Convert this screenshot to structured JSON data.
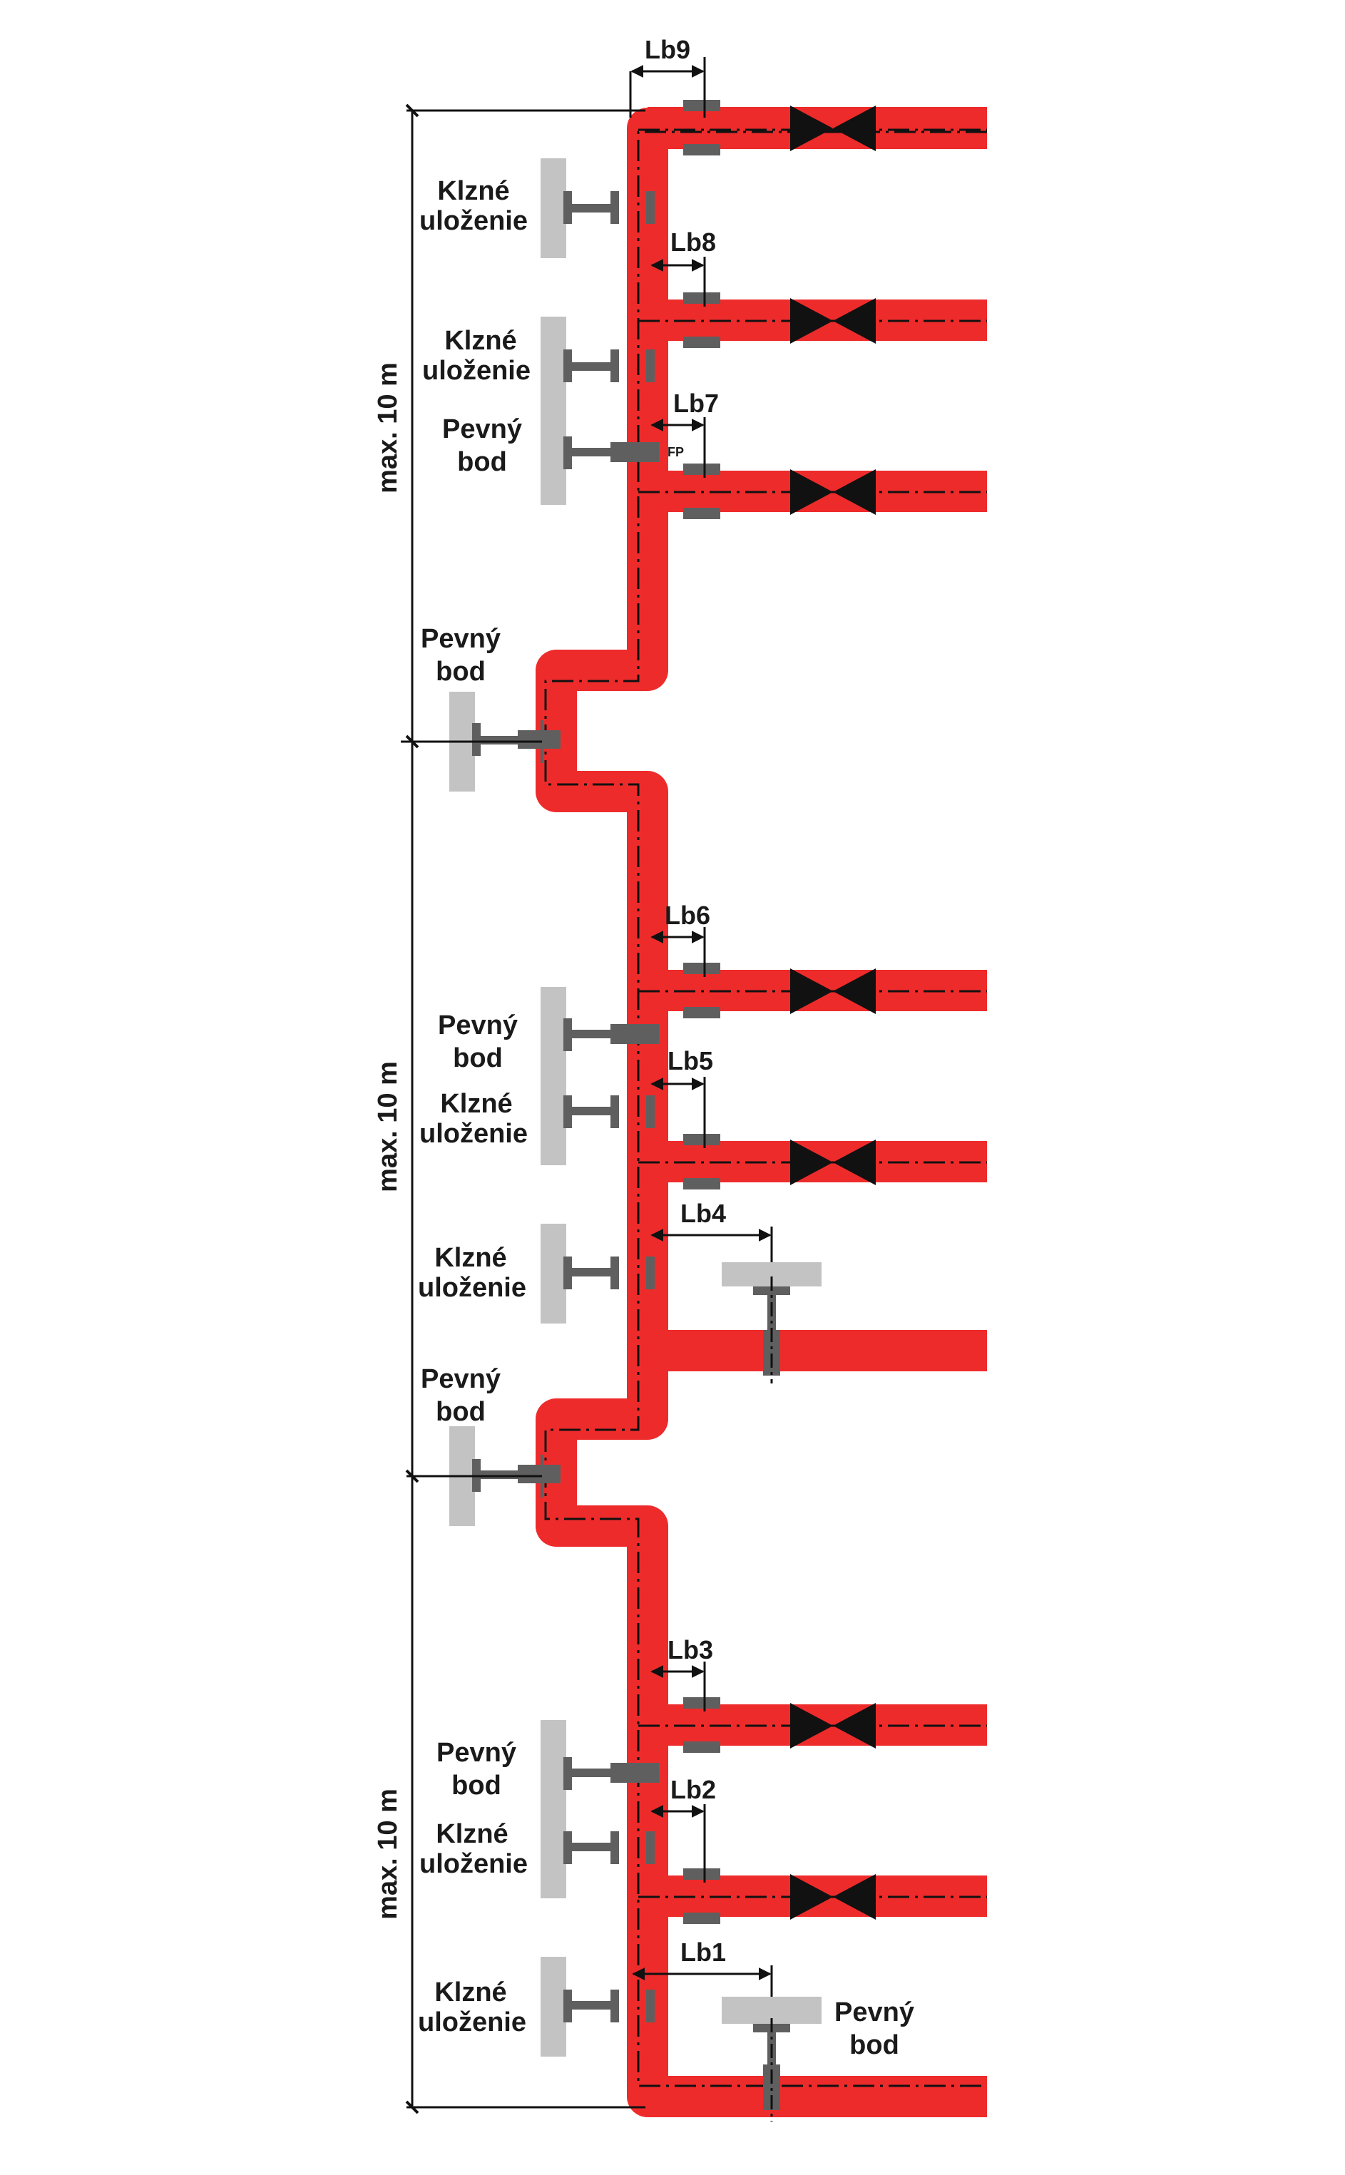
{
  "labels": {
    "klzne_line1": "Klzné",
    "klzne_line2": "uloženie",
    "pevny_line1": "Pevný",
    "pevny_line2": "bod",
    "max_height": "max. 10 m",
    "fixed_point_mark": "FP"
  },
  "branch_dims": [
    "Lb1",
    "Lb2",
    "Lb3",
    "Lb4",
    "Lb5",
    "Lb6",
    "Lb7",
    "Lb8",
    "Lb9"
  ],
  "colors": {
    "pipe": "#ee2b2b",
    "support": "#5f5f5f",
    "wall": "#c3c3c3",
    "valve": "#111111",
    "dim": "#111111"
  }
}
